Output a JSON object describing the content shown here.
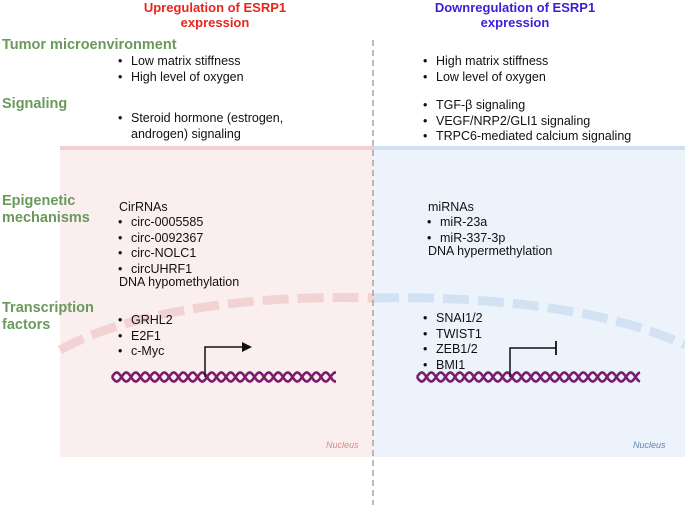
{
  "columns": {
    "left_title_line1": "Upregulation of ESRP1",
    "left_title_line2": "expression",
    "right_title_line1": "Downregulation of ESRP1",
    "right_title_line2": "expression"
  },
  "colors": {
    "left_title": "#e8261e",
    "right_title": "#3a1fd6",
    "row_label": "#6a9a5b",
    "left_panel": "#fbeeee",
    "right_panel": "#edf3fb",
    "dna": "#7a1d6e",
    "nucleus_left_text": "#d98a8a",
    "nucleus_right_text": "#6a82b8"
  },
  "rows": {
    "tumor_microenvironment": "Tumor microenvironment",
    "signaling": "Signaling",
    "epigenetic_line1": "Epigenetic",
    "epigenetic_line2": "mechanisms",
    "transcription_line1": "Transcription",
    "transcription_line2": "factors"
  },
  "left": {
    "tme": [
      "Low matrix stiffness",
      "High level of oxygen"
    ],
    "signaling": [
      "Steroid hormone (estrogen,",
      "androgen) signaling"
    ],
    "epigenetic_header": "CirRNAs",
    "epigenetic_items": [
      "circ-0005585",
      "circ-0092367",
      "circ-NOLC1",
      "circUHRF1"
    ],
    "epigenetic_footer": "DNA hypomethylation",
    "tf": [
      "GRHL2",
      "E2F1",
      "c-Myc"
    ],
    "nucleus": "Nucleus",
    "arrow": "activation-arrow"
  },
  "right": {
    "tme": [
      "High matrix stiffness",
      "Low level of oxygen"
    ],
    "signaling": [
      "TGF-β signaling",
      "VEGF/NRP2/GLI1 signaling",
      "TRPC6-mediated calcium signaling"
    ],
    "epigenetic_header": "miRNAs",
    "epigenetic_items": [
      "miR-23a",
      "miR-337-3p"
    ],
    "epigenetic_footer": "DNA hypermethylation",
    "tf": [
      "SNAI1/2",
      "TWIST1",
      "ZEB1/2",
      "BMI1"
    ],
    "nucleus": "Nucleus",
    "arrow": "repression-arrow"
  }
}
